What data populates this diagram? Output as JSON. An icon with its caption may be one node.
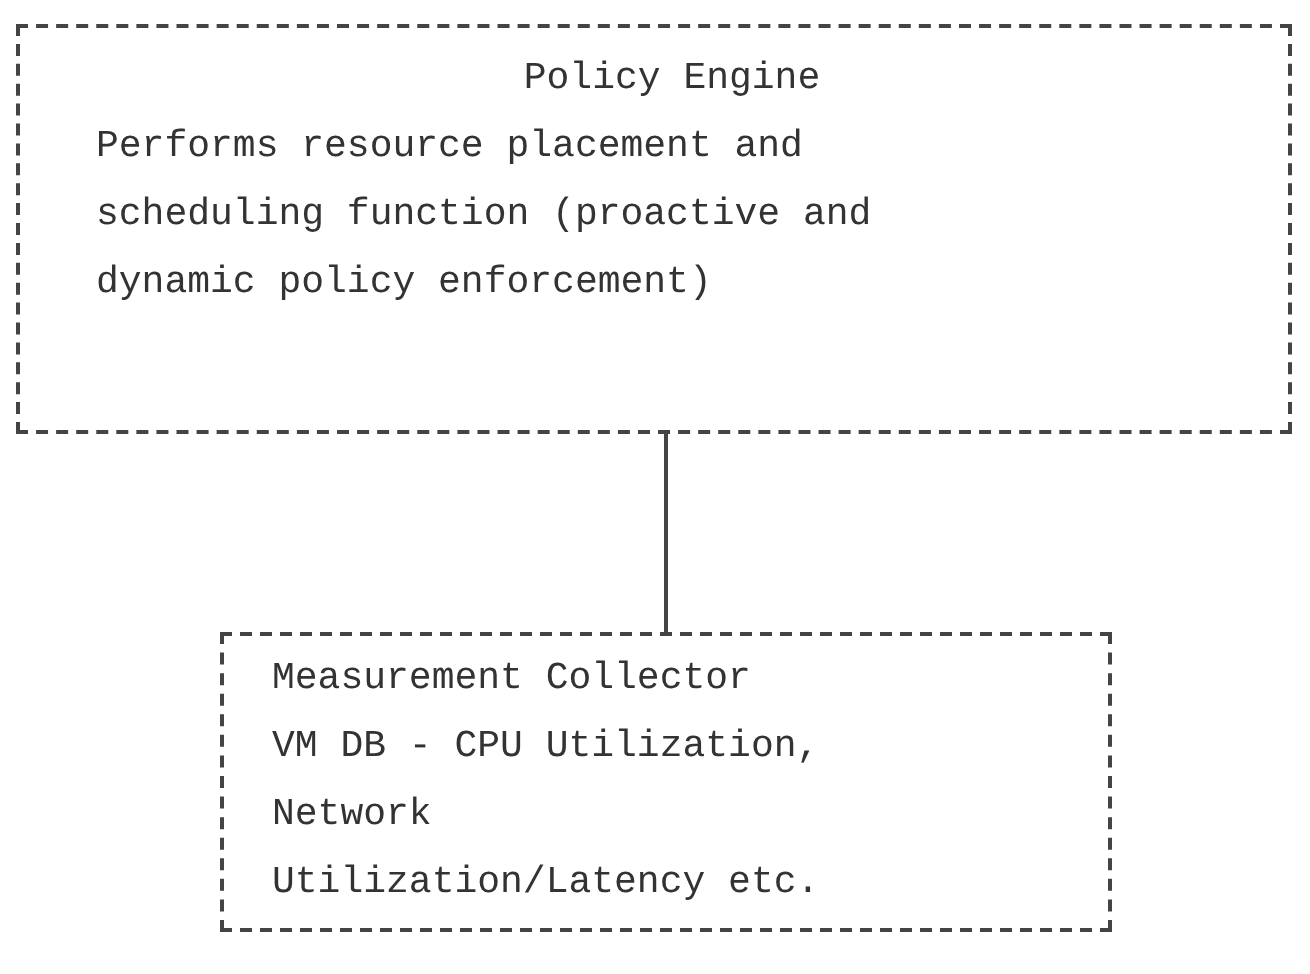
{
  "diagram": {
    "nodes": [
      {
        "text": [
          "Policy Engine",
          "Performs resource placement and scheduling function (proactive and dynamic policy enforcement)"
        ]
      },
      {
        "text": [
          "Measurement Collector",
          "VM DB - CPU Utilization, Network Utilization/Latency etc."
        ]
      }
    ],
    "edges": [
      {
        "from": 0,
        "to": 1,
        "arrow": "none"
      }
    ]
  }
}
